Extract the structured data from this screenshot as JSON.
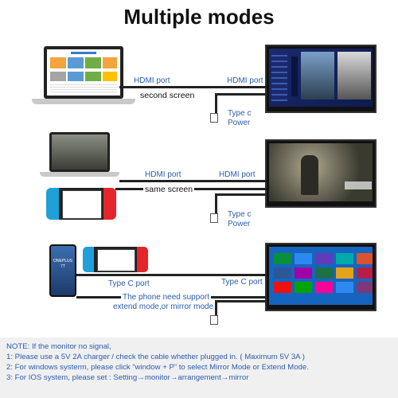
{
  "title": "Multiple modes",
  "section1": {
    "hdmi_left": "HDMI port",
    "hdmi_right": "HDMI port",
    "mode": "second screen",
    "type_c": "Type c",
    "power": "Power"
  },
  "section2": {
    "hdmi_left": "HDMI port",
    "hdmi_right": "HDMI port",
    "mode": "same screen",
    "type_c": "Type c",
    "power": "Power"
  },
  "section3": {
    "typec_left": "Type C port",
    "typec_right": "Type C port",
    "phone_note_1": "The phone need support",
    "phone_note_2": "extend mode,or mirror mode",
    "phone_screen_text": "ONEPLUS 7T"
  },
  "notes": {
    "line0": "NOTE: If the monitor no signal,",
    "line1": "1: Please use a 5V 2A charger / check the cable whether plugged in. ( Maximum 5V 3A )",
    "line2": "2: For windows systerm, please click “window + P” to select Mirror Mode or Extend Mode.",
    "line3": "3: For IOS system, please set : Setting→monitor→arrangement→mirror"
  },
  "colors": {
    "label_blue": "#2a5db0",
    "note_bg": "#f0f0f0",
    "switch_red": "#e4262c",
    "switch_blue": "#1fa0d8",
    "win_blue": "#1565c0"
  },
  "icons": [
    "laptop-icon",
    "monitor-icon",
    "usb-power-icon",
    "nintendo-switch-icon",
    "smartphone-icon"
  ]
}
